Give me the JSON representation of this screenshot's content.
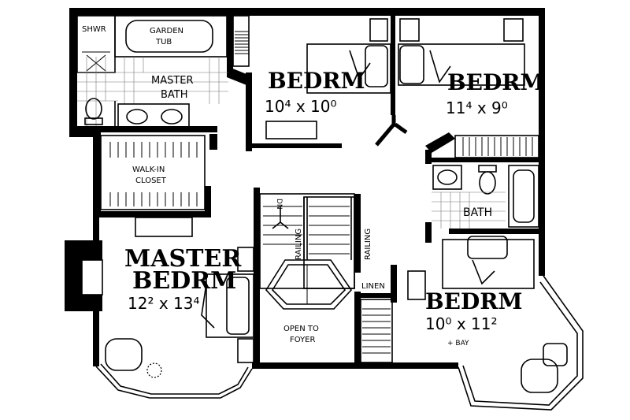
{
  "rooms": {
    "shower": "SHWR",
    "garden_tub_1": "GARDEN",
    "garden_tub_2": "TUB",
    "master_bath_1": "MASTER",
    "master_bath_2": "BATH",
    "bedroom_1": "BEDRM",
    "bedroom_1_dim": "10⁴ x 10⁰",
    "bedroom_2": "BEDRM",
    "bedroom_2_dim": "11⁴ x 9⁰",
    "closet_1": "WALK-IN",
    "closet_2": "CLOSET",
    "bath": "BATH",
    "master_bedroom_1": "MASTER",
    "master_bedroom_2": "BEDRM",
    "master_bedroom_dim": "12² x 13⁴",
    "down": "DN",
    "railing_left": "RAILING",
    "railing_right": "RAILING",
    "linen": "LINEN",
    "open_to_1": "OPEN TO",
    "open_to_2": "FOYER",
    "bedroom_3": "BEDRM",
    "bedroom_3_dim": "10⁰ x 11²",
    "bedroom_3_note": "+ BAY"
  }
}
